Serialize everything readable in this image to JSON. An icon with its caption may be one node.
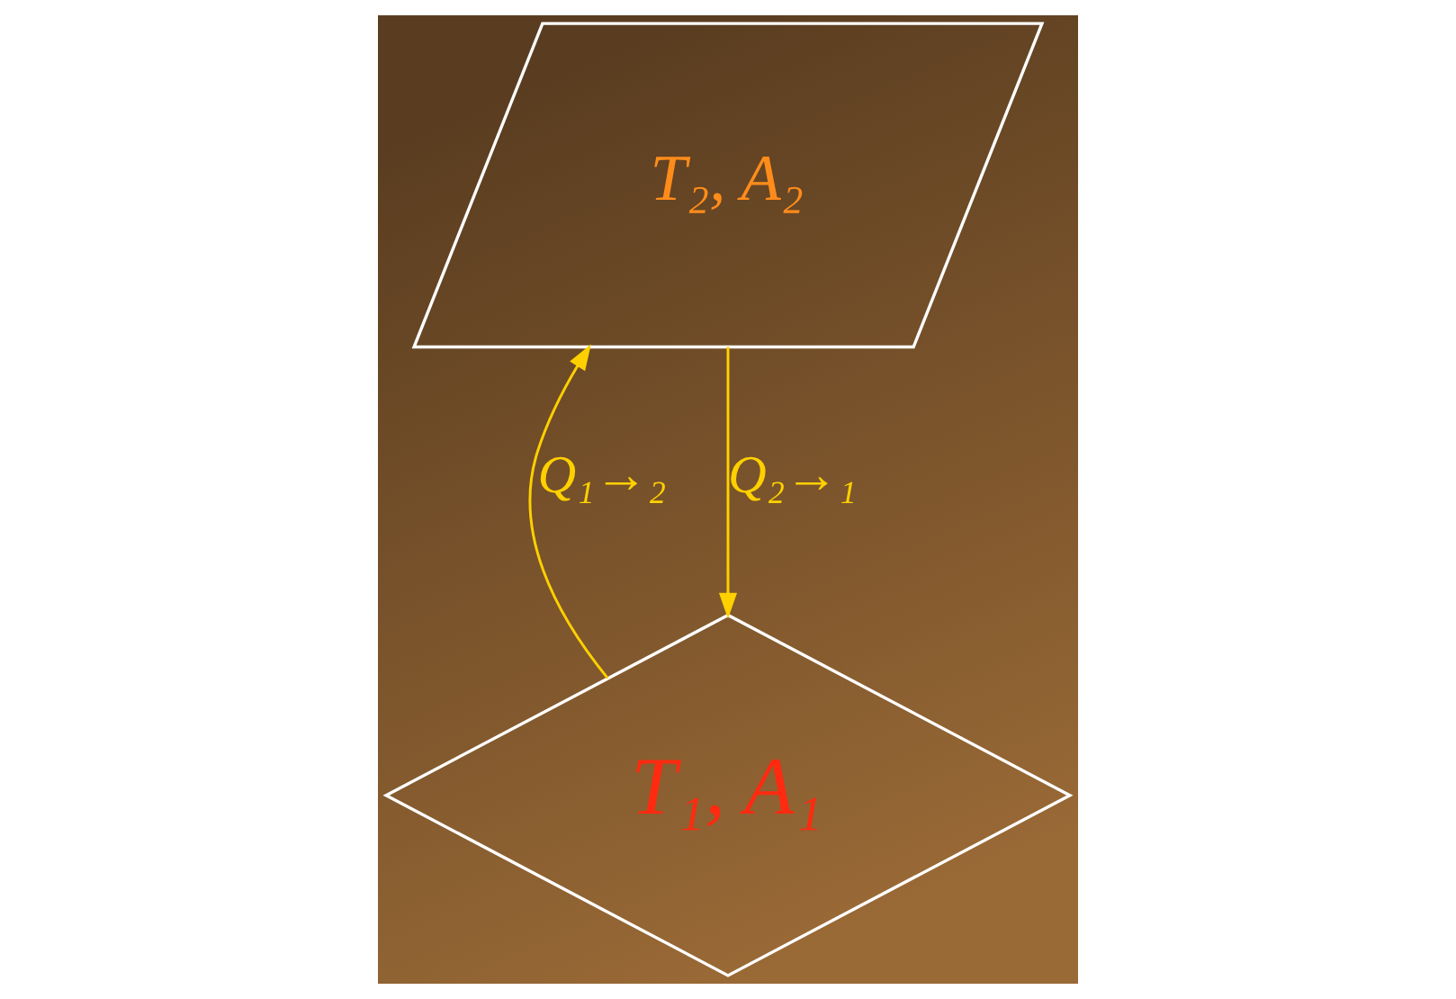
{
  "diagram": {
    "nodes": [
      {
        "text": [
          "T₁, A₁"
        ]
      },
      {
        "text": [
          "T₂, A₂"
        ]
      }
    ],
    "edges": [
      {
        "from": 0,
        "to": 1,
        "arrow": "to",
        "label": "Q₁→₂"
      },
      {
        "from": 1,
        "to": 0,
        "arrow": "to",
        "label": "Q₂→₁"
      }
    ]
  }
}
